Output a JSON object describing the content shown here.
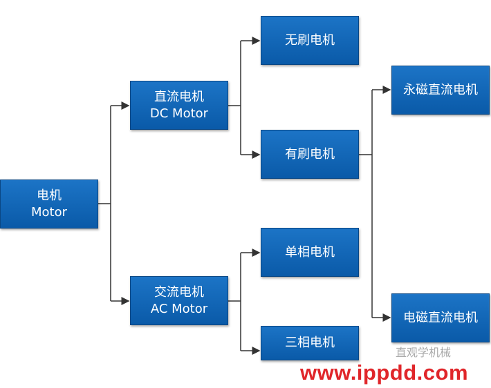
{
  "nodes": {
    "motor": {
      "zh": "电机",
      "en": "Motor"
    },
    "dc": {
      "zh": "直流电机",
      "en": "DC Motor"
    },
    "ac": {
      "zh": "交流电机",
      "en": "AC Motor"
    },
    "brushless": {
      "zh": "无刷电机"
    },
    "brushed": {
      "zh": "有刷电机"
    },
    "single_phase": {
      "zh": "单相电机"
    },
    "three_phase": {
      "zh": "三相电机"
    },
    "permanent_magnet_dc": {
      "zh": "永磁直流电机"
    },
    "electromagnetic_dc": {
      "zh": "电磁直流电机"
    }
  },
  "watermark": {
    "url": "www.ippdd.com",
    "source": "直观学机械"
  },
  "colors": {
    "box": "#0f64b4",
    "line": "#333333",
    "watermark": "#e0262a"
  }
}
